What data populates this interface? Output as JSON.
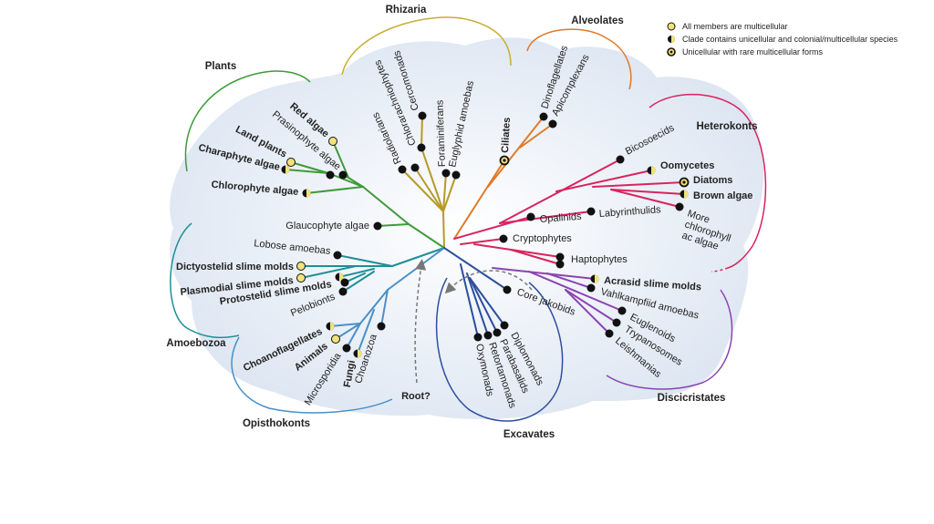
{
  "legend": {
    "all_multicellular": "All members are multicellular",
    "mixed_clade": "Clade contains unicellular and colonial/multicellular species",
    "rare_multicellular": "Unicellular with rare multicellular forms"
  },
  "groups": {
    "rhizaria": "Rhizaria",
    "alveolates": "Alveolates",
    "plants": "Plants",
    "heterokonts": "Heterokonts",
    "amoebozoa": "Amoebozoa",
    "opisthokonts": "Opisthokonts",
    "excavates": "Excavates",
    "discicristates": "Discicristates"
  },
  "taxa": {
    "red_algae": "Red algae",
    "prasinophyte_algae": "Prasinophyte algae",
    "land_plants": "Land plants",
    "charaphyte_algae": "Charaphyte algae",
    "chlorophyte_algae": "Chlorophyte algae",
    "glaucophyte_algae": "Glaucophyte algae",
    "chlorarachniophytes": "Chlorarachniophytes",
    "cercomonads": "Cercomonads",
    "radiolarians": "Radiolarians",
    "foraminiferans": "Foraminiferans",
    "euglyphid_amoebas": "Euglyphid amoebas",
    "ciliates": "Ciliates",
    "dinoflagellates": "Dinoflagellates",
    "apicomplexans": "Apicomplexans",
    "bicosoecids": "Bicosoecids",
    "oomycetes": "Oomycetes",
    "diatoms": "Diatoms",
    "brown_algae": "Brown algae",
    "more_chlorophyll_1": "More",
    "more_chlorophyll_2": "chlorophyll",
    "more_chlorophyll_3": "ac algae",
    "labyrinthulids": "Labyrinthulids",
    "opalinids": "Opalinids",
    "cryptophytes": "Cryptophytes",
    "haptophytes": "Haptophytes",
    "lobose_amoebas": "Lobose amoebas",
    "dictyostelid": "Dictyostelid slime molds",
    "plasmodial": "Plasmodial slime molds",
    "protostelid": "Protostelid slime molds",
    "pelobionts": "Pelobionts",
    "choanoflagellates": "Choanoflagellates",
    "animals": "Animals",
    "microsporidia": "Microsporidia",
    "fungi": "Fungi",
    "choanozoa": "Choanozoa",
    "root": "Root?",
    "core_jakobids": "Core jakobids",
    "diplomonads": "Diplomonads",
    "parabasalids": "Parabasalids",
    "retortamonads": "Retortamonads",
    "oxymonads": "Oxymonads",
    "acrasid": "Acrasid slime molds",
    "vahlkampfiid": "Vahlkampfiid amoebas",
    "euglenoids": "Euglenoids",
    "trypanosomes": "Trypanosomes",
    "leishmanias": "Leishmanias"
  },
  "colors": {
    "plants": "#3f9a3a",
    "rhizaria": "#b59a2a",
    "alveolates": "#e07a2a",
    "heterokonts": "#d9245e",
    "amoebozoa": "#1f8f97",
    "opisthokonts": "#4a8fc8",
    "excavates": "#2d4f9e",
    "discicristates": "#8a44b0",
    "background": "#e4ebf4"
  }
}
